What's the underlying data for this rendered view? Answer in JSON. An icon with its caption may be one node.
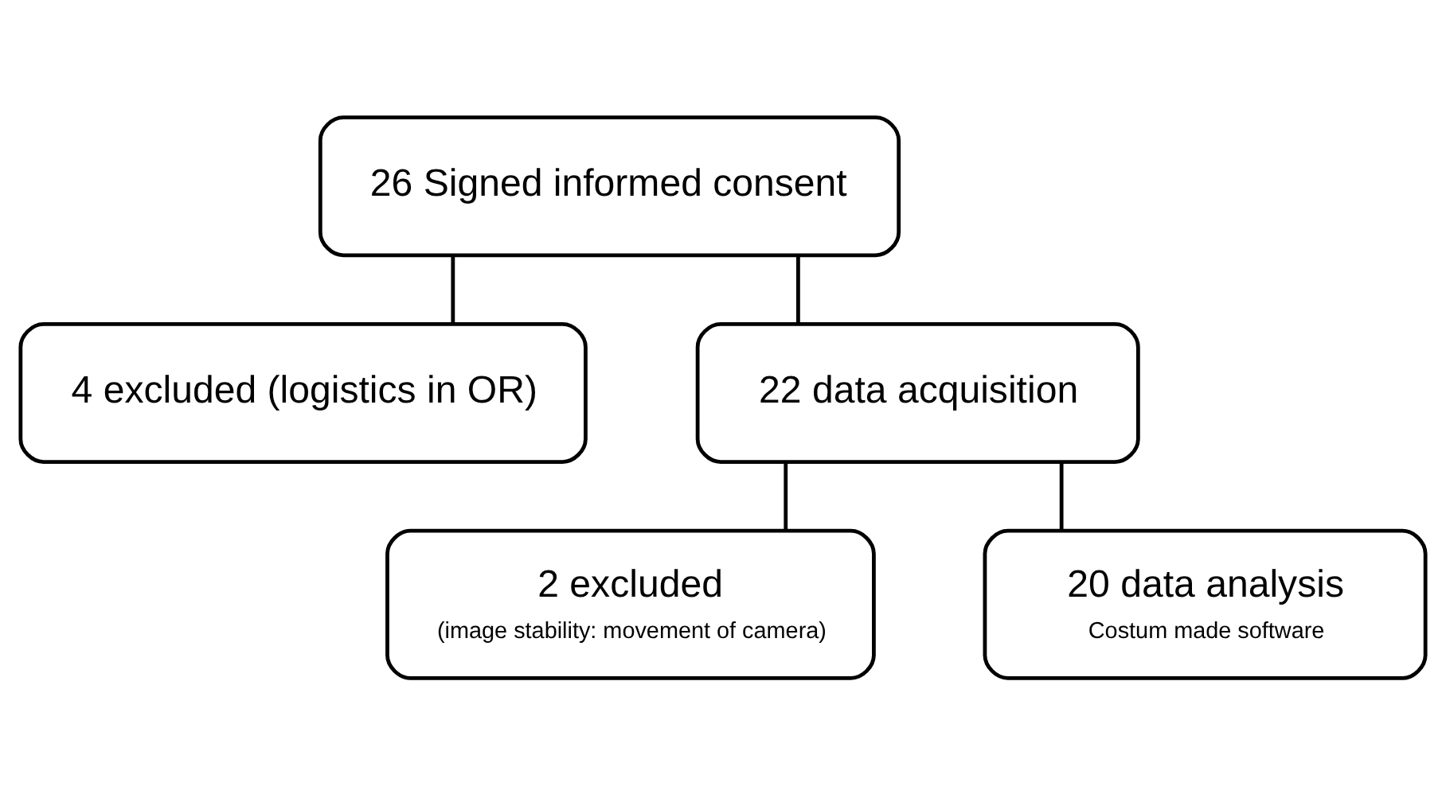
{
  "diagram": {
    "nodes": [
      {
        "text": [
          "26 Signed informed consent"
        ]
      },
      {
        "text": [
          "4 excluded (logistics in OR)"
        ]
      },
      {
        "text": [
          "22 data acquisition"
        ]
      },
      {
        "text": [
          "2 excluded",
          "(image stability: movement of camera)"
        ]
      },
      {
        "text": [
          "20 data analysis",
          "Costum made software"
        ]
      }
    ],
    "edges": [
      {
        "from": 0,
        "to": 2,
        "arrow": "none"
      },
      {
        "from": 0,
        "to": 1,
        "arrow": "none"
      },
      {
        "from": 2,
        "to": 4,
        "arrow": "none"
      },
      {
        "from": 2,
        "to": 3,
        "arrow": "none"
      }
    ]
  }
}
